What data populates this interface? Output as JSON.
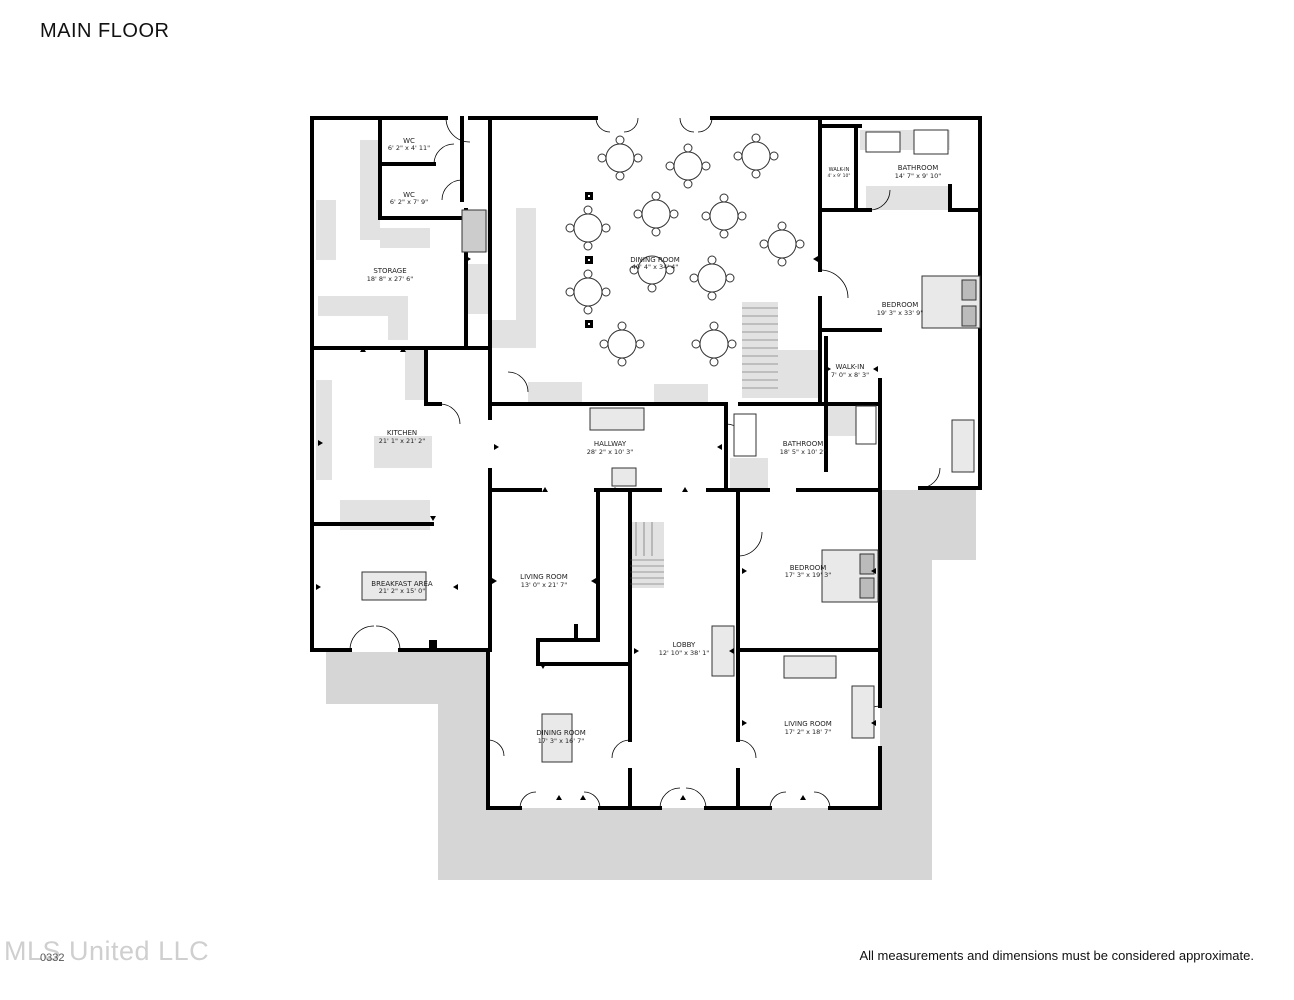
{
  "page": {
    "title": "MAIN FLOOR",
    "disclaimer": "All measurements and dimensions must be considered approximate.",
    "watermark": "MLS United LLC",
    "watermark_id": "0332"
  },
  "rooms": {
    "wc1": {
      "name": "WC",
      "dim": "6' 2\" x 4' 11\""
    },
    "wc2": {
      "name": "WC",
      "dim": "6' 2\" x 7' 9\""
    },
    "storage": {
      "name": "STORAGE",
      "dim": "18' 8\" x 27' 6\""
    },
    "dining_main": {
      "name": "DINING ROOM",
      "dim": "40' 4\" x 34' 4\""
    },
    "walkin_top": {
      "name": "WALK-IN",
      "dim": "4' x 9' 10\""
    },
    "bathroom_top": {
      "name": "BATHROOM",
      "dim": "14' 7\" x 9' 10\""
    },
    "bedroom_top": {
      "name": "BEDROOM",
      "dim": "19' 3\" x 33' 9\""
    },
    "walkin_mid": {
      "name": "WALK-IN",
      "dim": "7' 0\" x 8' 3\""
    },
    "kitchen": {
      "name": "KITCHEN",
      "dim": "21' 1\" x 21' 2\""
    },
    "hallway": {
      "name": "HALLWAY",
      "dim": "28' 2\" x 10' 3\""
    },
    "bathroom_mid": {
      "name": "BATHROOM",
      "dim": "18' 5\" x 10' 2\""
    },
    "breakfast": {
      "name": "BREAKFAST AREA",
      "dim": "21' 2\" x 15' 0\""
    },
    "living_left": {
      "name": "LIVING ROOM",
      "dim": "13' 0\" x 21' 7\""
    },
    "bedroom_right": {
      "name": "BEDROOM",
      "dim": "17' 3\" x 19' 3\""
    },
    "lobby": {
      "name": "LOBBY",
      "dim": "12' 10\" x 38' 1\""
    },
    "living_right": {
      "name": "LIVING ROOM",
      "dim": "17' 2\" x 18' 7\""
    },
    "dining_small": {
      "name": "DINING ROOM",
      "dim": "17' 3\" x 16' 7\""
    }
  }
}
